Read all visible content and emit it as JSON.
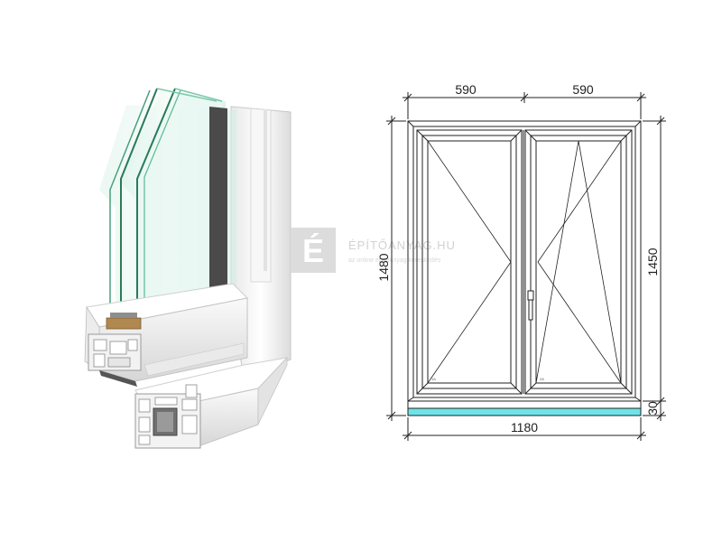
{
  "watermark": {
    "logo_letter": "É",
    "brand": "ÉPÍTŐANYAG.HU",
    "tagline": "az online építőanyag kereskedés"
  },
  "drawing": {
    "dim_top_left": "590",
    "dim_top_right": "590",
    "dim_left_height": "1480",
    "dim_right_height": "1450",
    "dim_sill": "30",
    "dim_bottom_width": "1180",
    "sash_left_mark": "1A",
    "sash_right_mark": "2A"
  },
  "colors": {
    "glass": "#b8e6d8",
    "glass_edge": "#2a7a5a",
    "frame": "#f4f4f4",
    "sill": "#6fe3e8",
    "line": "#222222",
    "watermark": "#d9d9d9"
  }
}
